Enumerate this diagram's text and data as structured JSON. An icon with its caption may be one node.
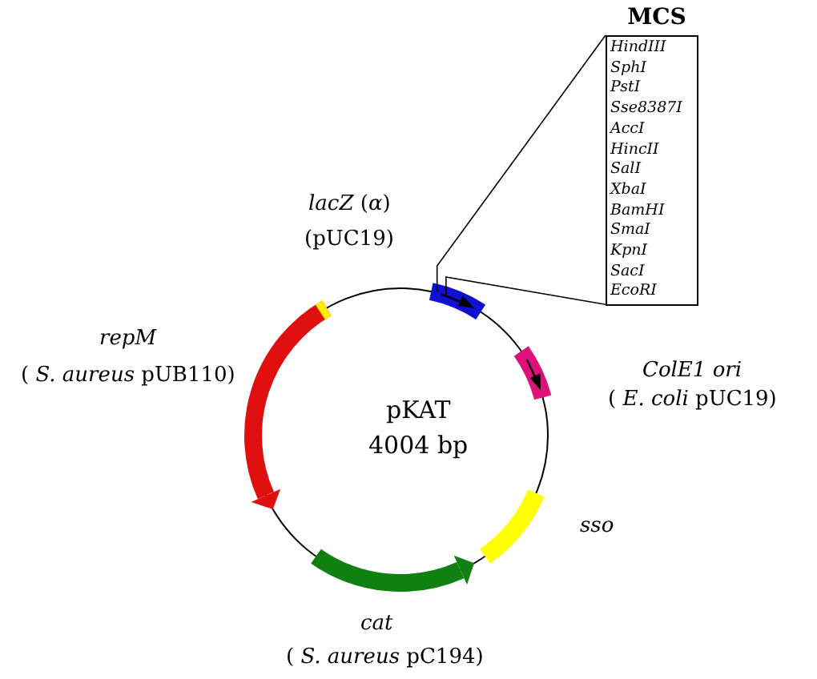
{
  "diagram": {
    "nodes": [
      {
        "text": [
          "pKAT",
          "4004 bp"
        ]
      },
      {
        "text": [
          "MCS",
          "HindIII",
          "SphI",
          "PstI",
          "Sse8387I",
          "AccI",
          "HincII",
          "SalI",
          "XbaI",
          "BamHI",
          "SmaI",
          "KpnI",
          "SacI",
          "EcoRI"
        ]
      },
      {
        "text": [],
        "shape": "bar",
        "in": 0,
        "beside": [
          "*lacZ* (*α*)",
          "(pUC19)"
        ]
      },
      {
        "text": [],
        "shape": "bar",
        "in": 0,
        "beside": [
          "*ColE1 ori*",
          "( *E. coli* pUC19)"
        ]
      },
      {
        "text": [],
        "shape": "bar",
        "in": 0,
        "beside": [
          "*sso*"
        ]
      },
      {
        "text": [],
        "shape": "bar",
        "in": 0,
        "beside": [
          "*cat*",
          "( *S. aureus* pC194)"
        ]
      },
      {
        "text": [],
        "shape": "bar",
        "in": 0,
        "beside": [
          "*repM*",
          "( *S. aureus* pUB110)"
        ]
      }
    ],
    "edges": [
      {
        "from": 1,
        "to": 2,
        "arrow": "none"
      },
      {
        "from": 1,
        "to": 2,
        "arrow": "none"
      }
    ]
  }
}
